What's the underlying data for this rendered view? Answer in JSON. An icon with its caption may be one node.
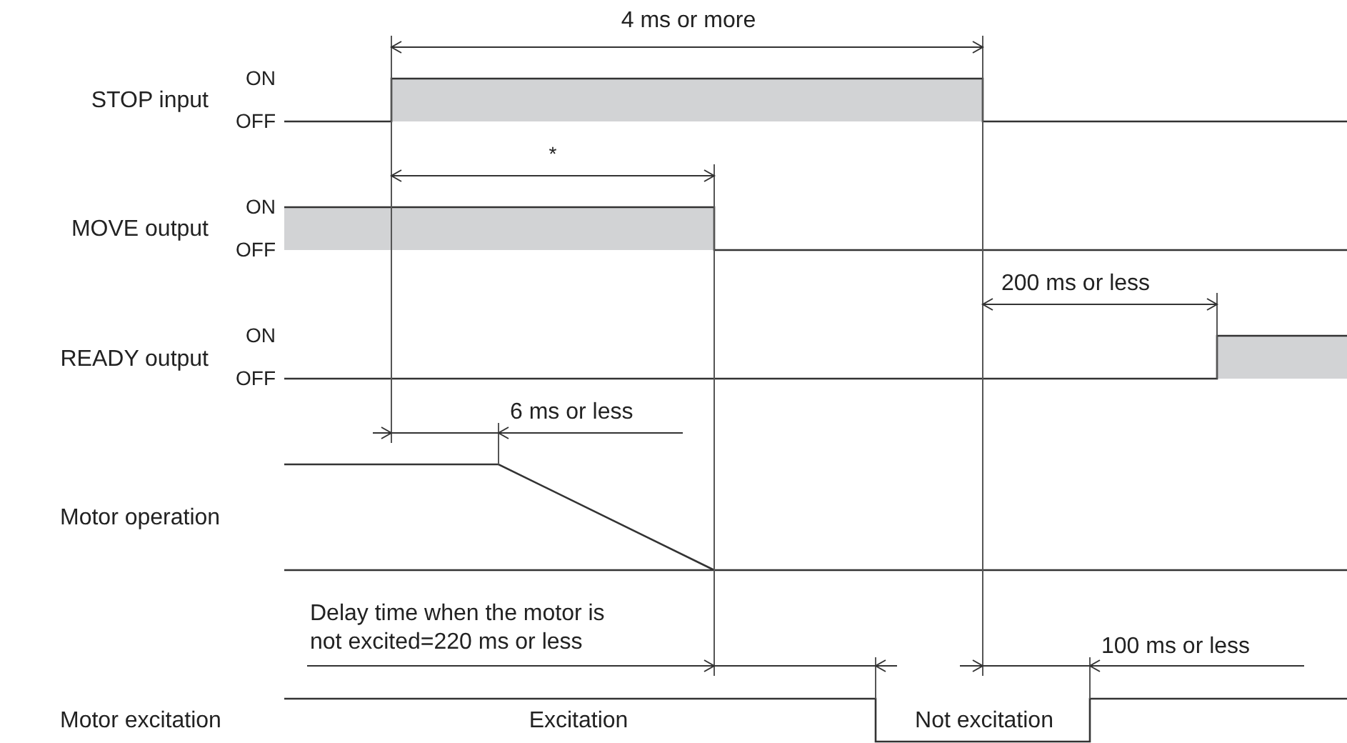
{
  "diagram": {
    "labels": [
      "4 ms or more",
      "STOP input",
      "ON",
      "OFF",
      "*",
      "MOVE output",
      "ON",
      "OFF",
      "200 ms or less",
      "READY output",
      "ON",
      "OFF",
      "6 ms or less",
      "Motor operation",
      "Delay time when the motor is not excited=220 ms or less",
      "100 ms or less",
      "Motor excitation",
      "Excitation",
      "Not excitation"
    ]
  }
}
